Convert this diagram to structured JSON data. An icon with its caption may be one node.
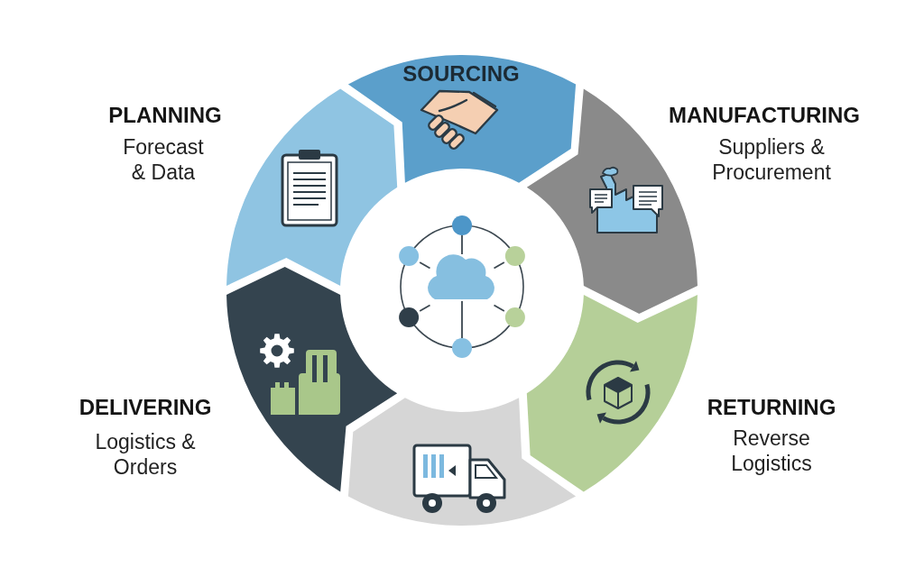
{
  "diagram": {
    "nodes": [
      {
        "text": [
          "SOURCING"
        ]
      },
      {
        "text": [
          "PLANNING",
          "Forecast & Data"
        ]
      },
      {
        "text": [
          "MANUFACTURING",
          "Suppliers & Procurement"
        ]
      },
      {
        "text": [
          "DELIVERING",
          "Logistics & Orders"
        ]
      },
      {
        "text": [
          "RETURNING",
          "Reverse Logistics"
        ]
      },
      {
        "text": [],
        "shape": "arrow"
      }
    ]
  }
}
